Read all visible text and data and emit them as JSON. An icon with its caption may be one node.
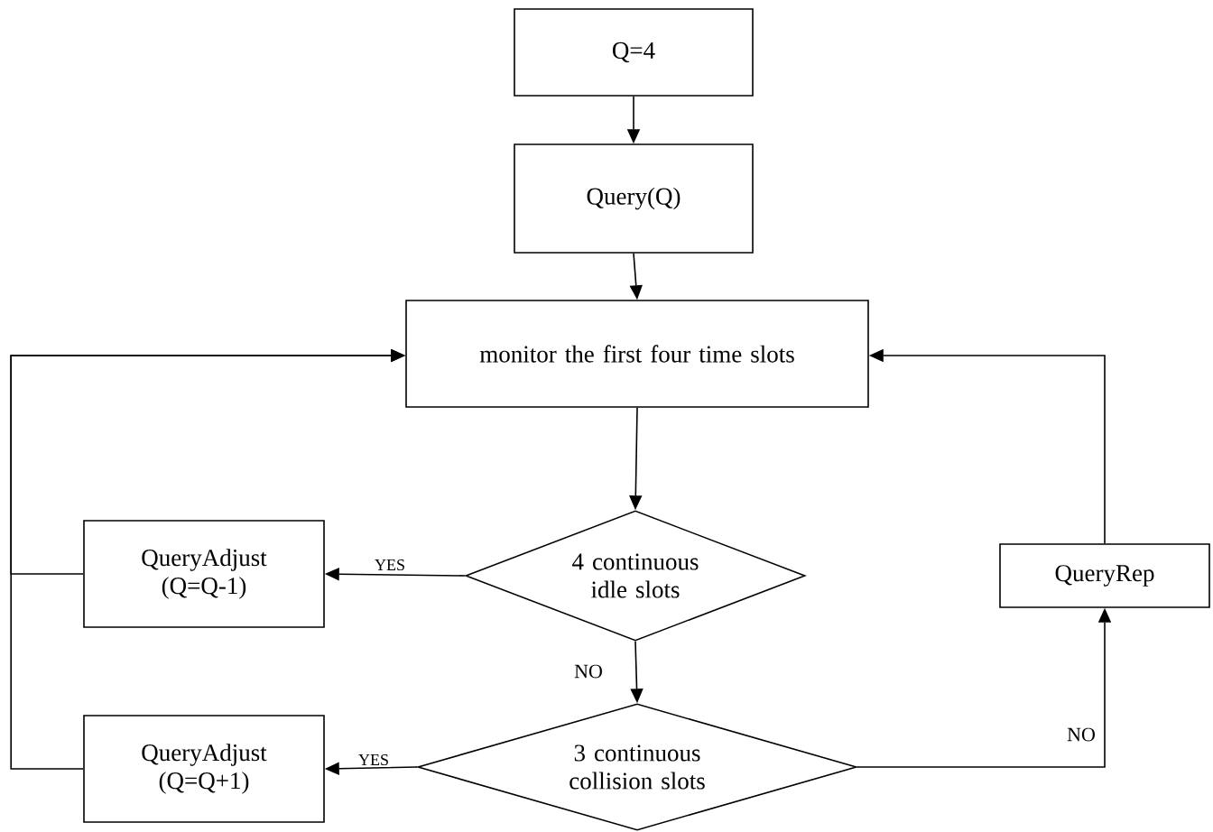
{
  "diagram": {
    "nodes": [
      {
        "text": [
          "Q=4"
        ]
      },
      {
        "text": [
          "Query(Q)"
        ]
      },
      {
        "text": [
          "monitor the first four time slots"
        ]
      },
      {
        "text": [
          "4 continuous idle slots"
        ]
      },
      {
        "text": [
          "QueryAdjust (Q=Q-1)"
        ]
      },
      {
        "text": [
          "3 continuous collision slots"
        ]
      },
      {
        "text": [
          "QueryAdjust (Q=Q+1)"
        ]
      },
      {
        "text": [
          "QueryRep"
        ]
      }
    ],
    "edges": [
      {
        "from": 0,
        "to": 1,
        "arrow": "to"
      },
      {
        "from": 1,
        "to": 2,
        "arrow": "to"
      },
      {
        "from": 2,
        "to": 3,
        "arrow": "to"
      },
      {
        "from": 3,
        "to": 4,
        "arrow": "to",
        "label": "YES"
      },
      {
        "from": 3,
        "to": 5,
        "arrow": "to",
        "label": "NO"
      },
      {
        "from": 5,
        "to": 6,
        "arrow": "to",
        "label": "YES"
      },
      {
        "from": 5,
        "to": 7,
        "arrow": "to",
        "label": "NO"
      },
      {
        "from": 7,
        "to": 2,
        "arrow": "to"
      },
      {
        "from": 4,
        "to": 2,
        "arrow": "to"
      },
      {
        "from": 6,
        "to": 2,
        "arrow": "to"
      }
    ]
  }
}
